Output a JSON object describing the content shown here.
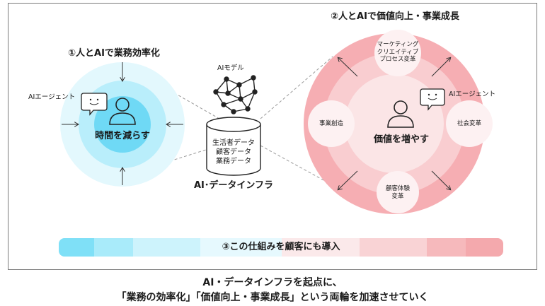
{
  "left": {
    "title": "①人とAIで業務効率化",
    "center_label": "時間を減らす",
    "agent_label": "AIエージェント"
  },
  "middle": {
    "model_label": "AIモデル",
    "db_lines": [
      "生活者データ",
      "顧客データ",
      "業務データ"
    ],
    "infra_label": "AI･データインフラ"
  },
  "right": {
    "title": "②人とAIで価値向上・事業成長",
    "center_label": "価値を増やす",
    "agent_label": "AIエージェント",
    "nodes": {
      "top": "マーケティング\nクリエイティブ\nプロセス変革",
      "left": "事業創造",
      "right": "社会変革",
      "bottom": "顧客体験\n変革"
    }
  },
  "band": {
    "label": "③この仕組みを顧客にも導入",
    "colors": [
      "#7fe0f7",
      "#a9ebfa",
      "#cdf3fc",
      "#e6f9fe",
      "#fbe9ea",
      "#f9d3d5",
      "#f6b9bc",
      "#f4a9ad"
    ]
  },
  "caption": {
    "line1": "AI・データインフラを起点に、",
    "line2": "「業務の効率化」「価値向上・事業成長」という両輪を加速させていく"
  },
  "colors": {
    "cyan_outer": "#e3f8fd",
    "cyan_mid": "#b9eefb",
    "cyan_inner": "#6fd9f5",
    "pink_outer": "#f6aeb3",
    "pink_mid": "#f9cdd0",
    "pink_inner": "#fbe5e6",
    "node_fill": "#fdf1f2"
  },
  "icons": [
    "person-icon",
    "speech-bubble-icon",
    "network-icon",
    "database-icon",
    "arrow-icon"
  ]
}
